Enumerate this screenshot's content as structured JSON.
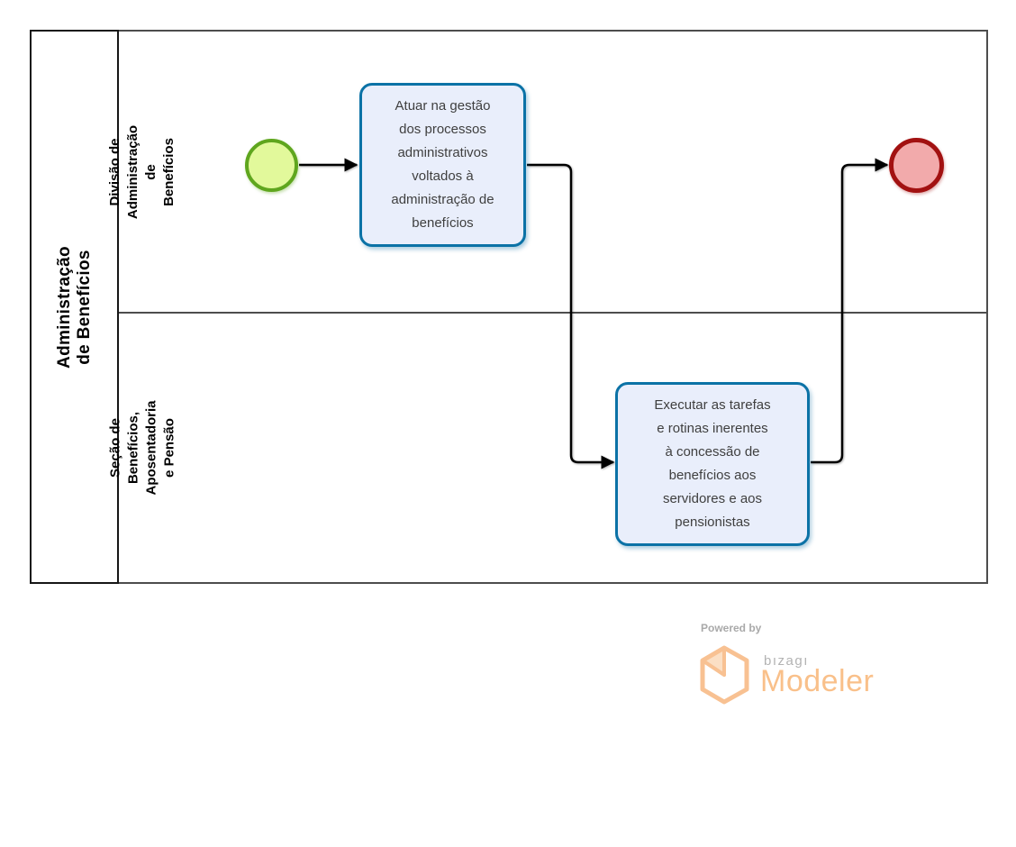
{
  "diagram": {
    "pool": {
      "name": "Administração de Benefícios",
      "lanes": [
        {
          "name": "Divisão de Administração de\nBenefícios"
        },
        {
          "name": "Seção de Benefícios,\nAposentadoria e Pensão"
        }
      ]
    },
    "tasks": [
      {
        "id": "task-atuar-gestao",
        "text": "Atuar na gestão\ndos processos\nadministrativos\nvoltados à\nadministração de\nbenefícios"
      },
      {
        "id": "task-executar-tarefas",
        "text": "Executar as tarefas\ne rotinas inerentes\nà concessão de\nbenefícios aos\nservidores e aos\npensionistas"
      }
    ],
    "events": [
      {
        "id": "start-event",
        "type": "start"
      },
      {
        "id": "end-event",
        "type": "end"
      }
    ],
    "flows": [
      {
        "from": "start-event",
        "to": "task-atuar-gestao"
      },
      {
        "from": "task-atuar-gestao",
        "to": "task-executar-tarefas"
      },
      {
        "from": "task-executar-tarefas",
        "to": "end-event"
      }
    ]
  },
  "logo": {
    "powered_by": "Powered by",
    "brand": "bızagı",
    "product": "Modeler"
  },
  "colors": {
    "task_border": "#0b72a6",
    "task_fill": "#e9eefb",
    "start_border": "#5fa61e",
    "start_fill": "#e2f99b",
    "end_border": "#a21111",
    "end_fill": "#f2aaab",
    "lane_border": "#4d4d4d",
    "connector": "#000000",
    "logo_orange": "#f9c08a",
    "logo_gray": "#b3b3b3"
  }
}
